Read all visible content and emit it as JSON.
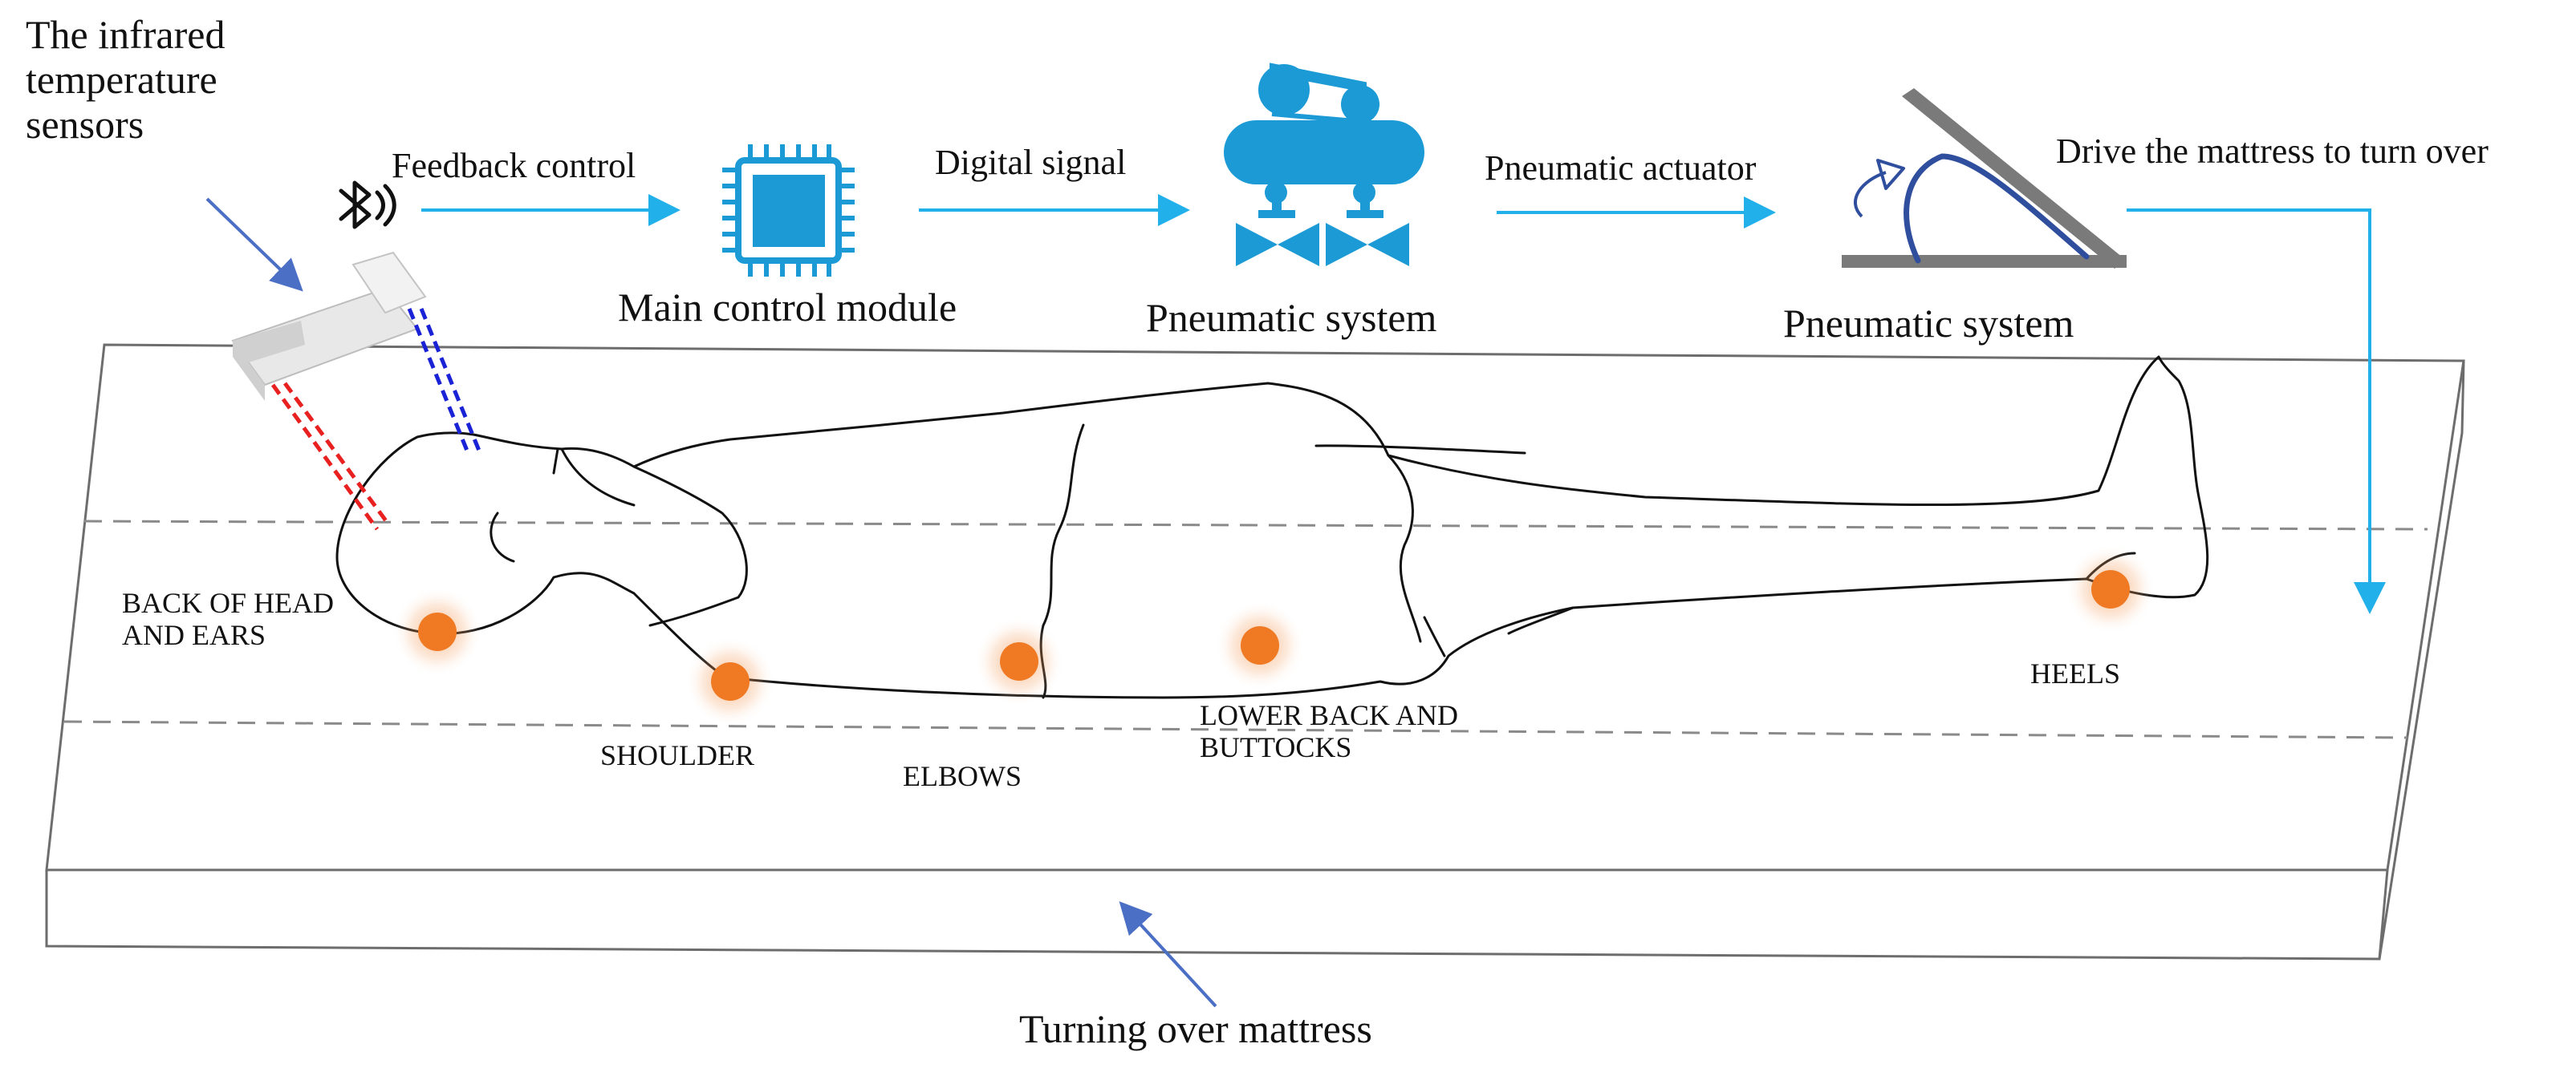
{
  "labels": {
    "sensors_line1": "The infrared",
    "sensors_line2": "temperature",
    "sensors_line3": "sensors",
    "feedback": "Feedback control",
    "digital": "Digital signal",
    "actuator": "Pneumatic actuator",
    "drive": "Drive the mattress to turn over",
    "main_module": "Main control module",
    "pneumatic_system_1": "Pneumatic system",
    "pneumatic_system_2": "Pneumatic system",
    "mattress": "Turning over mattress"
  },
  "pressure_points": {
    "head_line1": "BACK OF HEAD",
    "head_line2": "AND EARS",
    "shoulder": "SHOULDER",
    "elbows": "ELBOWS",
    "lower_back_line1": "LOWER BACK AND",
    "lower_back_line2": "BUTTOCKS",
    "heels": "HEELS"
  },
  "colors": {
    "accent_blue": "#1b9ad6",
    "arrow_blue": "#22b0ea",
    "pressure_orange": "#ef7a23",
    "sensor_red": "#e8201f",
    "sensor_blue": "#1a22d6",
    "line": "#3a3a3a"
  },
  "icons": {
    "bluetooth": "bluetooth-icon",
    "chip": "chip-icon",
    "compressor": "air-compressor-icon",
    "actuator": "tilt-actuator-icon"
  }
}
